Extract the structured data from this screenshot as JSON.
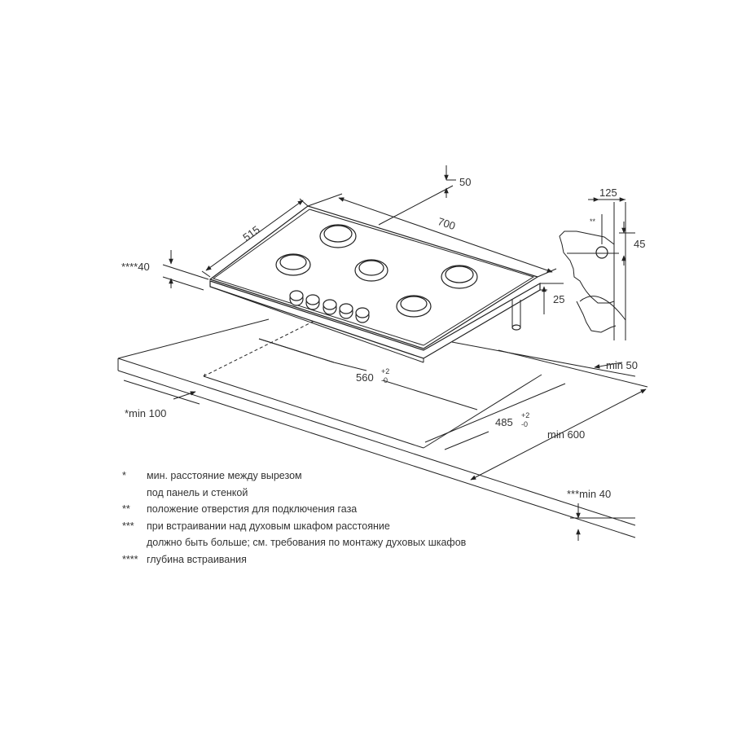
{
  "dimensions": {
    "d50_top": "50",
    "d515": "515",
    "d700": "700",
    "d125": "125",
    "d45": "45",
    "double_star": "**",
    "d25": "25",
    "depth40": "****40",
    "min50": "min 50",
    "cutout560": "560",
    "tol560_plus": "+2",
    "tol560_minus": "-0",
    "min100": "*min 100",
    "cutout485": "485",
    "tol485_plus": "+2",
    "tol485_minus": "-0",
    "min600": "min 600",
    "min40": "***min 40"
  },
  "notes": [
    {
      "mark": "*",
      "lines": [
        "мин. расстояние между вырезом",
        "под панель и стенкой"
      ]
    },
    {
      "mark": "**",
      "lines": [
        "положение отверстия для подключения газа"
      ]
    },
    {
      "mark": "***",
      "lines": [
        "при встраивании над духовым шкафом расстояние",
        "должно быть больше; см. требования по монтажу духовых шкафов"
      ]
    },
    {
      "mark": "****",
      "lines": [
        "глубина встраивания"
      ]
    }
  ]
}
